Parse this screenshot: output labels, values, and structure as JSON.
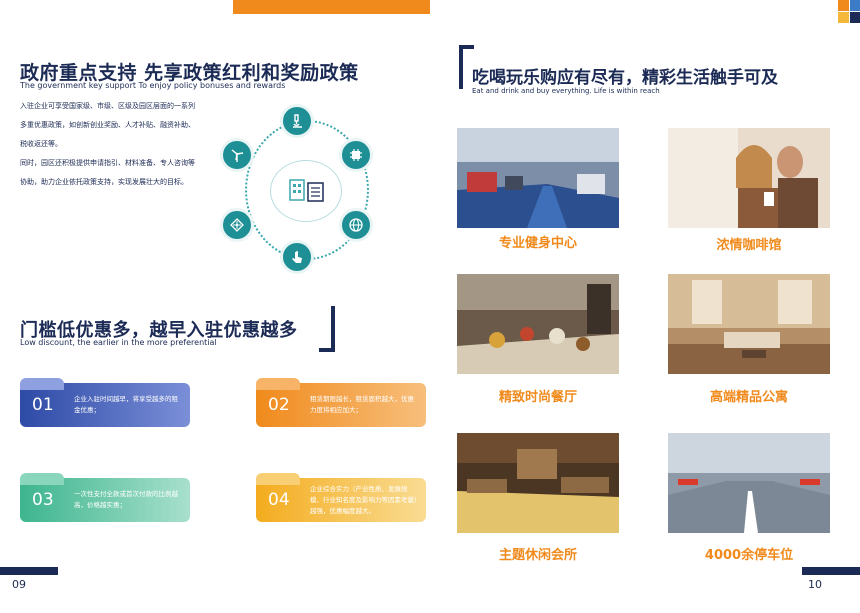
{
  "left": {
    "title": "政府重点支持  先享政策红利和奖励政策",
    "subtitle": "The government key support To enjoy policy bonuses and rewards",
    "paragraph": [
      "入驻企业可享受国家级、市级、区级及园区层面的一系列",
      "多重优惠政策，如创新创业奖励、人才补贴、融资补助、",
      "税收返还等。",
      "同时，园区还积极提供申请指引、材料准备、专人咨询等",
      "协助，助力企业依托政策支持，实现发展壮大的目标。"
    ],
    "title2": "门槛低优惠多，越早入驻优惠越多",
    "subtitle2": "Low discount, the earlier in the more preferential",
    "cards": [
      {
        "num": "01",
        "text": "企业入驻时间越早，将享受越多的租金优惠；"
      },
      {
        "num": "02",
        "text": "租赁期限越长，租赁面积越大，优惠力度将相应加大；"
      },
      {
        "num": "03",
        "text": "一次性支付全款或首次付款的比例越高，价格越实惠；"
      },
      {
        "num": "04",
        "text": "企业综合实力（产业性质、发展规模、行业知名度及影响力等因素考量）越强，优惠幅度越大。"
      }
    ],
    "page_number": "09"
  },
  "right": {
    "title": "吃喝玩乐购应有尽有，精彩生活触手可及",
    "subtitle": "Eat and drink and buy everything. Life is within reach",
    "captions": [
      "专业健身中心",
      "浓情咖啡馆",
      "精致时尚餐厅",
      "高端精品公寓",
      "主题休闲会所",
      "4000余停车位"
    ],
    "page_number": "10"
  },
  "colors": {
    "navy": "#1c2b55",
    "orange": "#f08a1c",
    "teal": "#1e8f95",
    "card1": "#3f5bb4",
    "card2": "#f39a30",
    "card3": "#4fbf9a",
    "card4": "#f5b83a"
  },
  "icons": [
    "microscope-icon",
    "chip-icon",
    "globe-icon",
    "touch-icon",
    "circuit-icon",
    "wind-turbine-icon",
    "document-icon"
  ]
}
